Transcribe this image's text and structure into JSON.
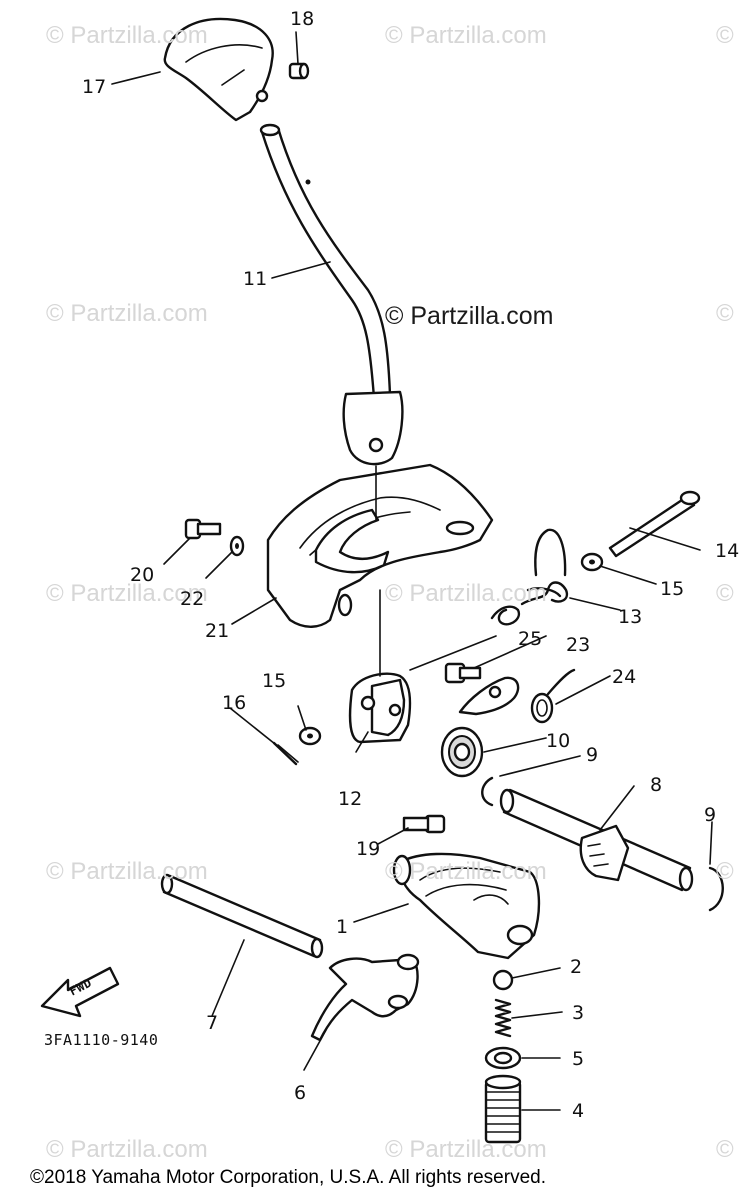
{
  "watermarks": {
    "faint_text": "© Partzilla.com",
    "faint_edge": "©",
    "center_text": "© Partzilla.com"
  },
  "callouts": {
    "c1": "1",
    "c2": "2",
    "c3": "3",
    "c4": "4",
    "c5": "5",
    "c6": "6",
    "c7": "7",
    "c8": "8",
    "c9a": "9",
    "c9b": "9",
    "c10": "10",
    "c11": "11",
    "c12": "12",
    "c13": "13",
    "c14": "14",
    "c15a": "15",
    "c15b": "15",
    "c16": "16",
    "c17": "17",
    "c18": "18",
    "c19": "19",
    "c20": "20",
    "c21": "21",
    "c22": "22",
    "c23": "23",
    "c24": "24",
    "c25": "25"
  },
  "fwd_label": "FWD",
  "part_code": "3FA1110-9140",
  "copyright": "©2018  Yamaha Motor Corporation, U.S.A. All rights reserved."
}
